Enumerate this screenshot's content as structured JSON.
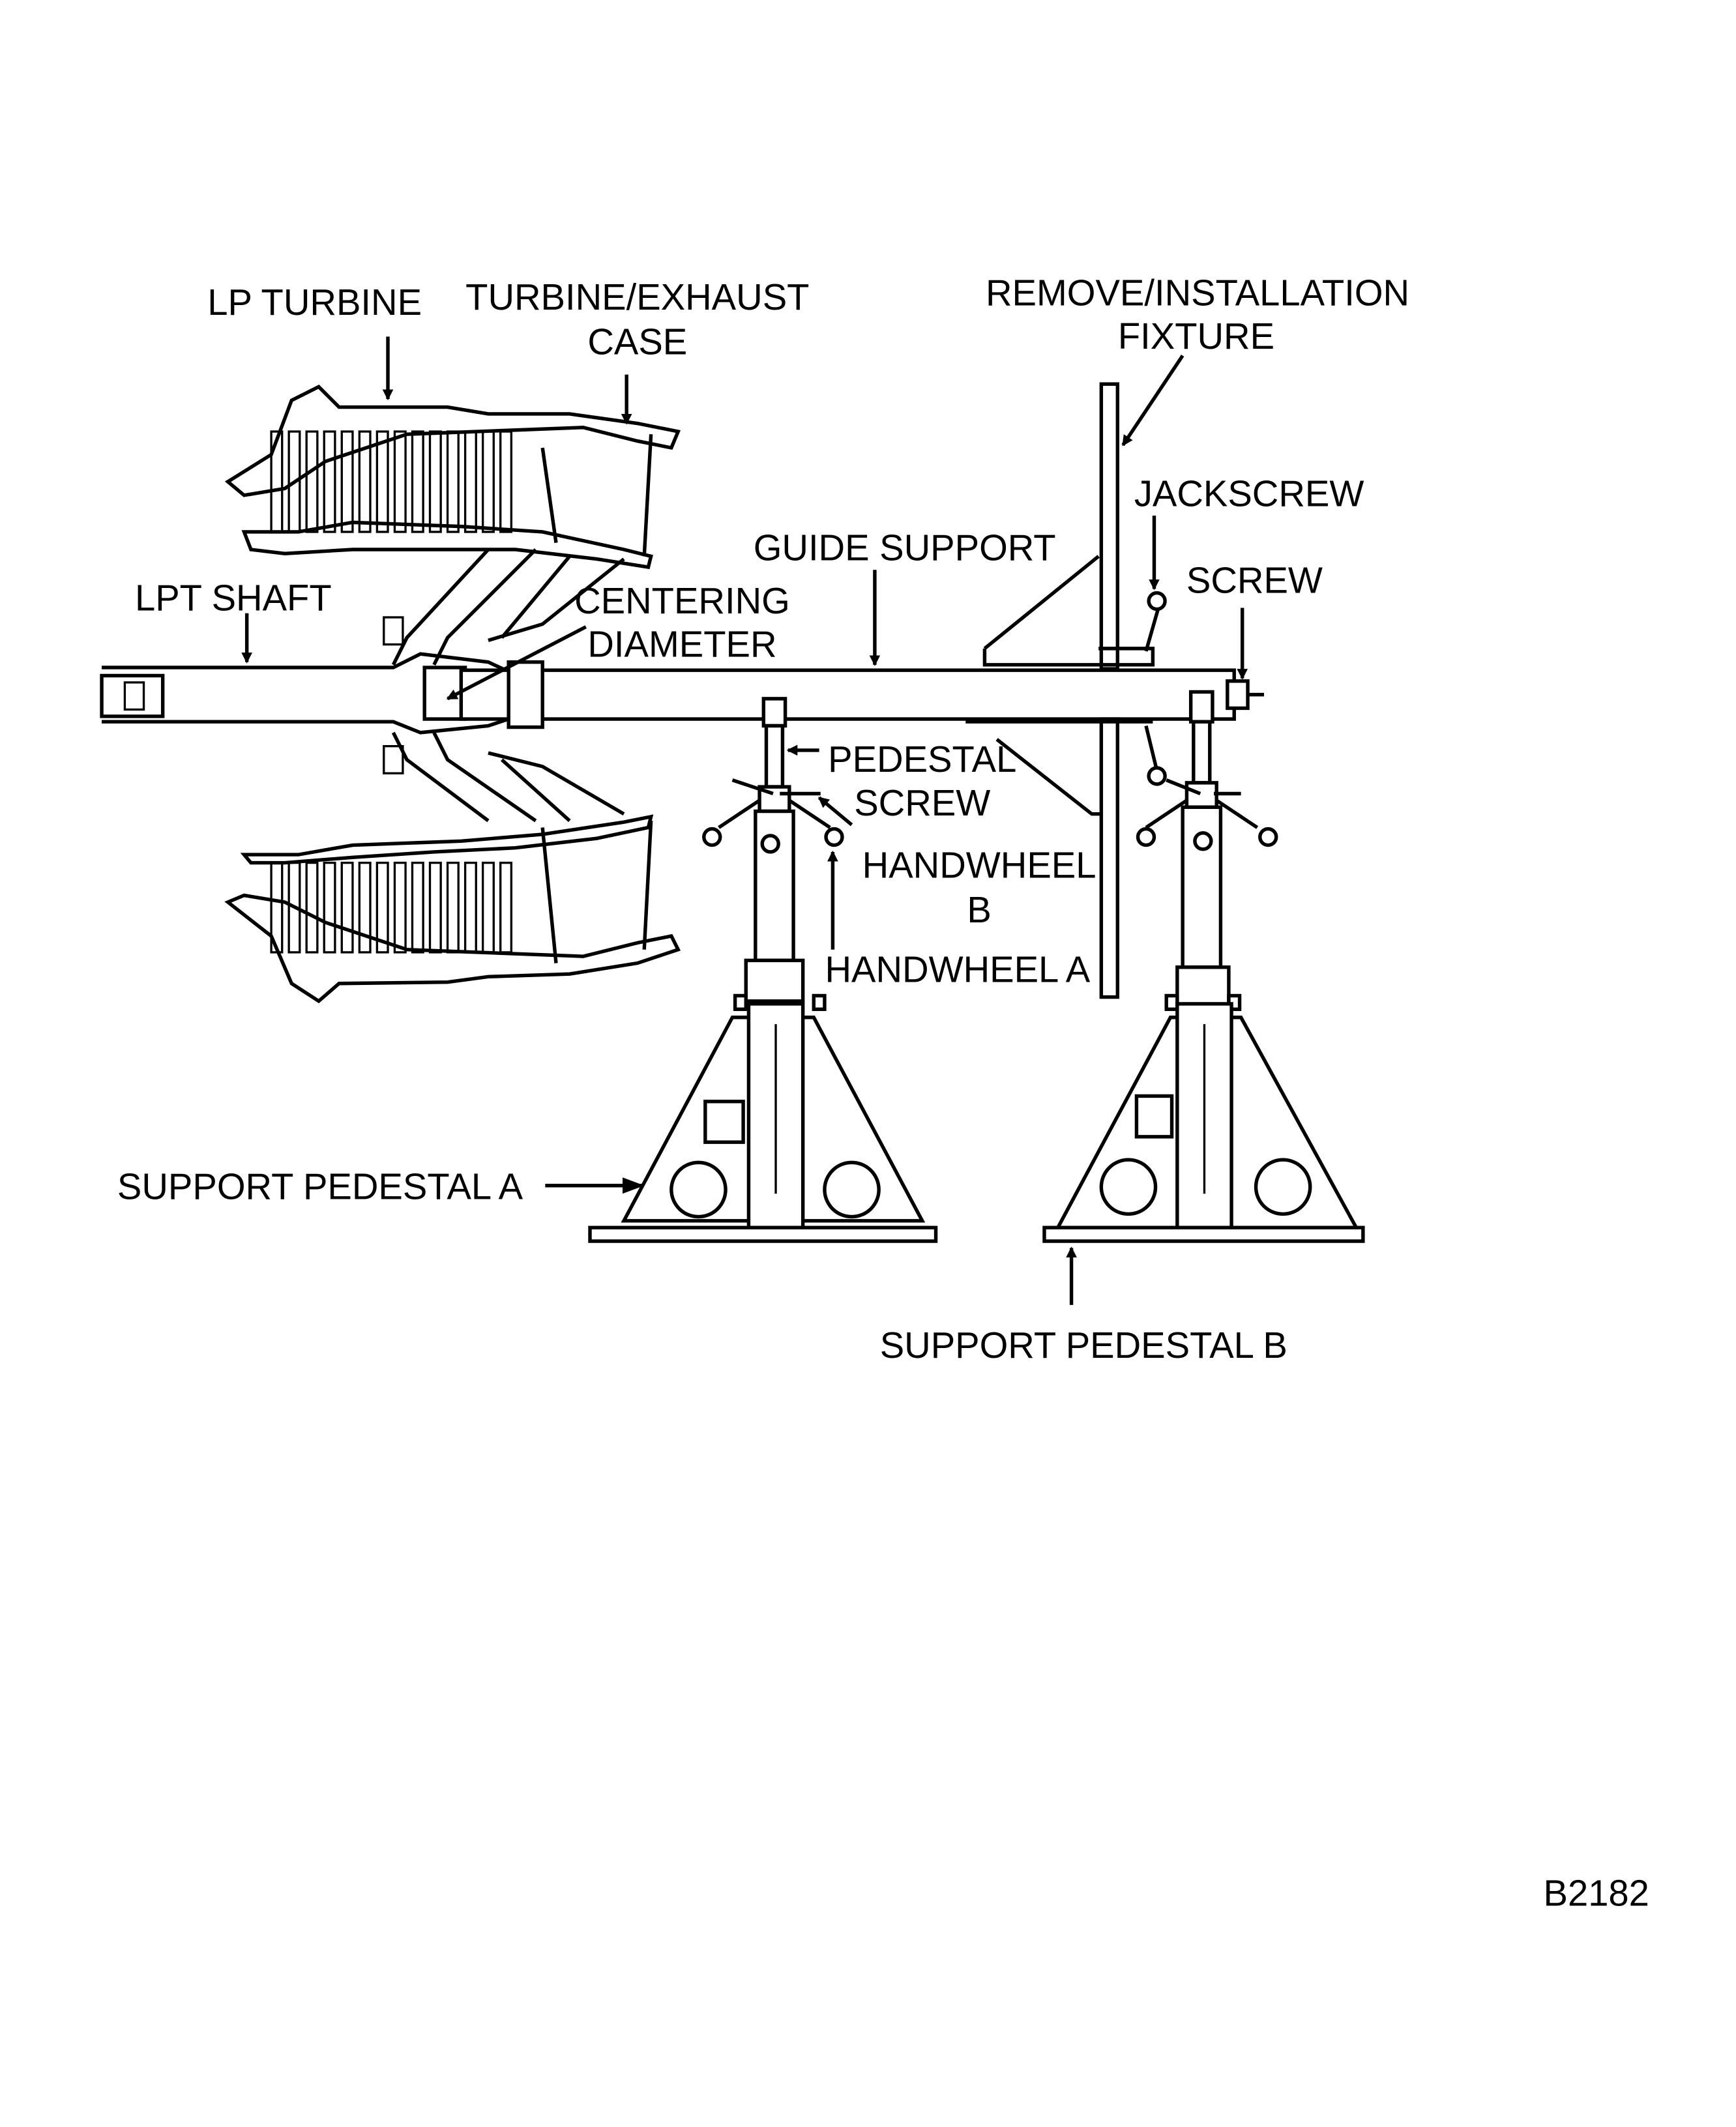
{
  "figure": {
    "id": "B2182",
    "labels": {
      "lp_turbine": "LP TURBINE",
      "turbine_exhaust_case_1": "TURBINE/EXHAUST",
      "turbine_exhaust_case_2": "CASE",
      "fixture_1": "REMOVE/INSTALLATION",
      "fixture_2": "FIXTURE",
      "jackscrew": "JACKSCREW",
      "guide_support": "GUIDE SUPPORT",
      "screw": "SCREW",
      "lpt_shaft": "LPT SHAFT",
      "centering_1": "CENTERING",
      "centering_2": "DIAMETER",
      "pedestal_screw_1": "PEDESTAL",
      "pedestal_screw_2": "SCREW",
      "handwheel_b_1": "HANDWHEEL",
      "handwheel_b_2": "B",
      "handwheel_a": "HANDWHEEL A",
      "support_pedestal_a": "SUPPORT PEDESTAL A",
      "support_pedestal_b": "SUPPORT PEDESTAL B"
    }
  }
}
